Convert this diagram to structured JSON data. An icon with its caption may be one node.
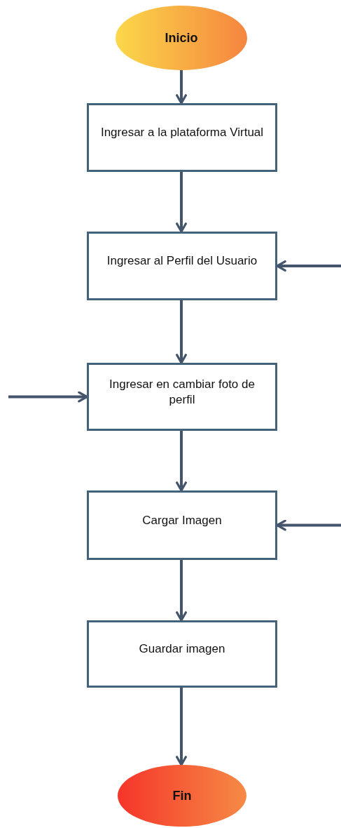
{
  "diagram": {
    "nodes": [
      {
        "text": [
          "Inicio"
        ]
      },
      {
        "text": [
          "Ingresar a la plataforma Virtual"
        ]
      },
      {
        "text": [
          "Ingresar al Perfil del Usuario"
        ]
      },
      {
        "text": [
          "Ingresar en cambiar foto de perfil"
        ]
      },
      {
        "text": [
          "Cargar Imagen"
        ]
      },
      {
        "text": [
          "Guardar imagen"
        ]
      },
      {
        "text": [
          "Fin"
        ]
      }
    ],
    "edges": [
      {
        "from": 0,
        "to": 1,
        "arrow": "to"
      },
      {
        "from": 1,
        "to": 2,
        "arrow": "to"
      },
      {
        "from": 2,
        "to": 3,
        "arrow": "to"
      },
      {
        "from": 3,
        "to": 4,
        "arrow": "to"
      },
      {
        "from": 4,
        "to": 5,
        "arrow": "to"
      },
      {
        "from": 5,
        "to": 6,
        "arrow": "to"
      },
      {
        "from": null,
        "to": 2,
        "arrow": "to"
      },
      {
        "from": null,
        "to": 3,
        "arrow": "to"
      },
      {
        "from": null,
        "to": 4,
        "arrow": "to"
      }
    ]
  }
}
